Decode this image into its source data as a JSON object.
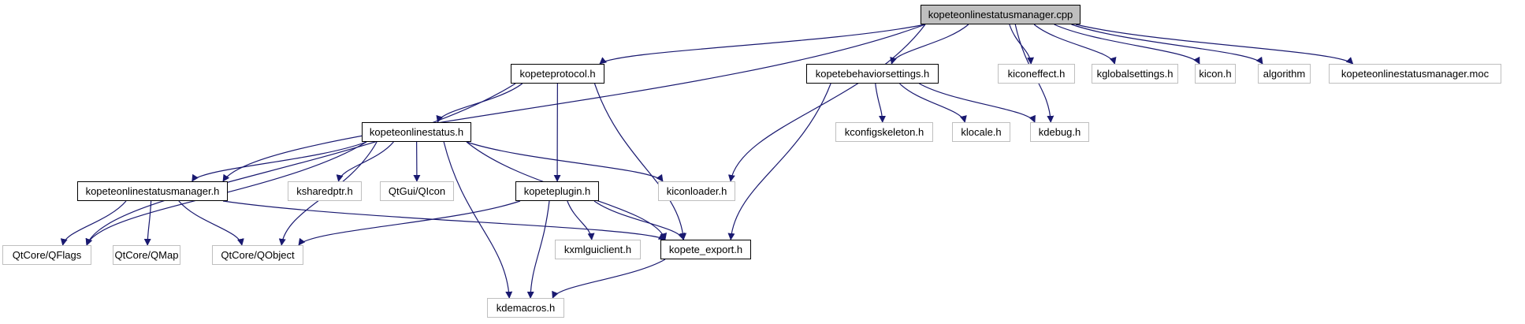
{
  "diagram": {
    "type": "include-dependency-graph",
    "edge_color": "#191970",
    "root": "kopeteonlinestatusmanager.cpp",
    "nodes": [
      {
        "id": "root",
        "label": "kopeteonlinestatusmanager.cpp",
        "kind": "root"
      },
      {
        "id": "kopeteprotocol",
        "label": "kopeteprotocol.h",
        "kind": "documented"
      },
      {
        "id": "kopetebehaviorsettings",
        "label": "kopetebehaviorsettings.h",
        "kind": "documented"
      },
      {
        "id": "kiconeffect",
        "label": "kiconeffect.h",
        "kind": "external"
      },
      {
        "id": "kglobalsettings",
        "label": "kglobalsettings.h",
        "kind": "external"
      },
      {
        "id": "kicon",
        "label": "kicon.h",
        "kind": "external"
      },
      {
        "id": "algorithm",
        "label": "algorithm",
        "kind": "external"
      },
      {
        "id": "moc",
        "label": "kopeteonlinestatusmanager.moc",
        "kind": "external"
      },
      {
        "id": "kopeteonlinestatus",
        "label": "kopeteonlinestatus.h",
        "kind": "documented"
      },
      {
        "id": "kconfigskeleton",
        "label": "kconfigskeleton.h",
        "kind": "external"
      },
      {
        "id": "klocale",
        "label": "klocale.h",
        "kind": "external"
      },
      {
        "id": "kdebug",
        "label": "kdebug.h",
        "kind": "external"
      },
      {
        "id": "kopeteonlinestatusmanager_h",
        "label": "kopeteonlinestatusmanager.h",
        "kind": "documented"
      },
      {
        "id": "ksharedptr",
        "label": "ksharedptr.h",
        "kind": "external"
      },
      {
        "id": "qicon",
        "label": "QtGui/QIcon",
        "kind": "external"
      },
      {
        "id": "kopeteplugin",
        "label": "kopeteplugin.h",
        "kind": "documented"
      },
      {
        "id": "kiconloader",
        "label": "kiconloader.h",
        "kind": "external"
      },
      {
        "id": "qflags",
        "label": "QtCore/QFlags",
        "kind": "external"
      },
      {
        "id": "qmap",
        "label": "QtCore/QMap",
        "kind": "external"
      },
      {
        "id": "qobject",
        "label": "QtCore/QObject",
        "kind": "external"
      },
      {
        "id": "kxmlguiclient",
        "label": "kxmlguiclient.h",
        "kind": "external"
      },
      {
        "id": "kopete_export",
        "label": "kopete_export.h",
        "kind": "documented"
      },
      {
        "id": "kdemacros",
        "label": "kdemacros.h",
        "kind": "external"
      }
    ],
    "edges": [
      [
        "root",
        "kopeteprotocol"
      ],
      [
        "root",
        "kopetebehaviorsettings"
      ],
      [
        "root",
        "kiconeffect"
      ],
      [
        "root",
        "kglobalsettings"
      ],
      [
        "root",
        "kicon"
      ],
      [
        "root",
        "algorithm"
      ],
      [
        "root",
        "moc"
      ],
      [
        "root",
        "kdebug"
      ],
      [
        "root",
        "kiconloader"
      ],
      [
        "root",
        "kopeteonlinestatusmanager_h"
      ],
      [
        "kopeteprotocol",
        "kopeteonlinestatus"
      ],
      [
        "kopeteprotocol",
        "kopeteplugin"
      ],
      [
        "kopeteprotocol",
        "qflags"
      ],
      [
        "kopeteprotocol",
        "kopete_export"
      ],
      [
        "kopetebehaviorsettings",
        "kconfigskeleton"
      ],
      [
        "kopetebehaviorsettings",
        "klocale"
      ],
      [
        "kopetebehaviorsettings",
        "kdebug"
      ],
      [
        "kopetebehaviorsettings",
        "kopete_export"
      ],
      [
        "kopeteonlinestatus",
        "kopeteonlinestatusmanager_h"
      ],
      [
        "kopeteonlinestatus",
        "ksharedptr"
      ],
      [
        "kopeteonlinestatus",
        "qicon"
      ],
      [
        "kopeteonlinestatus",
        "kiconloader"
      ],
      [
        "kopeteonlinestatus",
        "qflags"
      ],
      [
        "kopeteonlinestatus",
        "qobject"
      ],
      [
        "kopeteonlinestatus",
        "kdemacros"
      ],
      [
        "kopeteonlinestatus",
        "kopete_export"
      ],
      [
        "kopeteonlinestatusmanager_h",
        "qflags"
      ],
      [
        "kopeteonlinestatusmanager_h",
        "qmap"
      ],
      [
        "kopeteonlinestatusmanager_h",
        "qobject"
      ],
      [
        "kopeteonlinestatusmanager_h",
        "kopete_export"
      ],
      [
        "kopeteplugin",
        "qobject"
      ],
      [
        "kopeteplugin",
        "kxmlguiclient"
      ],
      [
        "kopeteplugin",
        "kopete_export"
      ],
      [
        "kopeteplugin",
        "kdemacros"
      ],
      [
        "kopete_export",
        "kdemacros"
      ]
    ]
  }
}
